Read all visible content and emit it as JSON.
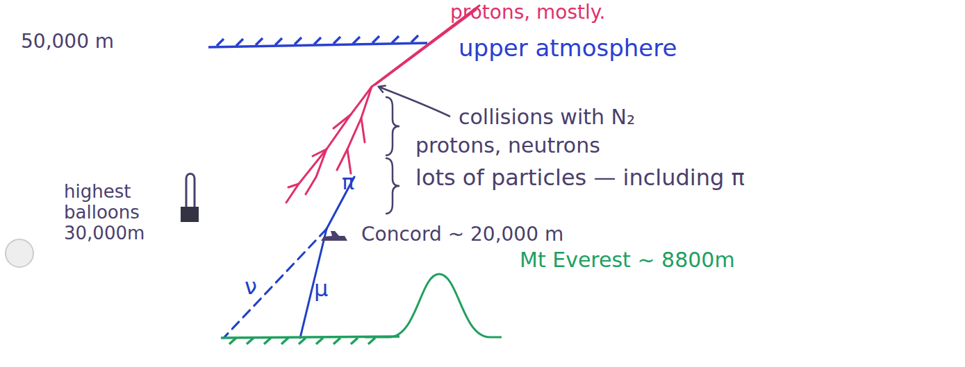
{
  "diagram": {
    "labels": [
      "protons, mostly.",
      "50,000 m",
      "upper atmosphere",
      "collisions with N₂",
      "protons, neutrons",
      "lots of particles — including π",
      "Concord ~ 20,000 m",
      "Mt Everest ~ 8800m",
      "highest balloons 30,000m",
      "π",
      "ν",
      "μ"
    ]
  }
}
